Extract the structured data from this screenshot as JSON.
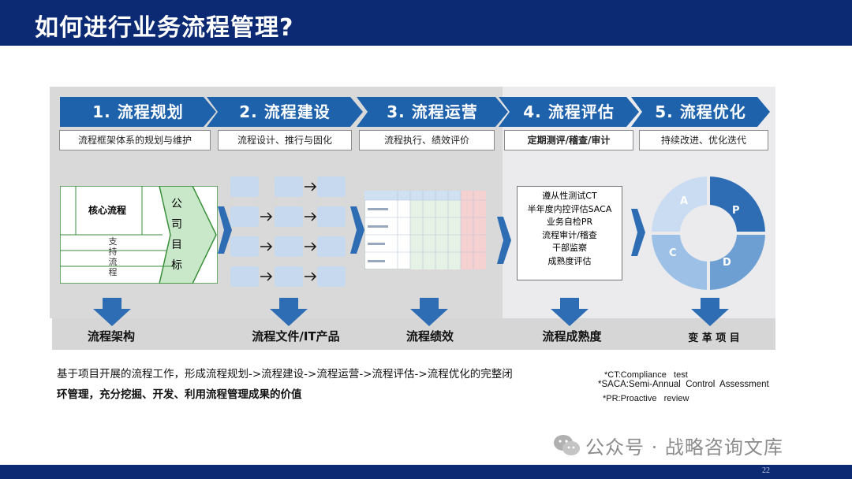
{
  "title": "如何进行业务流程管理?",
  "colors": {
    "navy": "#0c2a73",
    "stage_blue": "#1f62ac",
    "light_blue": "#c7d9ee",
    "accent_blue": "#2e6db4"
  },
  "stages": [
    {
      "label": "1. 流程规划",
      "sub": "流程框架体系的规划与维护",
      "output": "流程架构"
    },
    {
      "label": "2. 流程建设",
      "sub": "流程设计、推行与固化",
      "output": "流程文件/IT产品"
    },
    {
      "label": "3. 流程运营",
      "sub": "流程执行、绩效评价",
      "output": "流程绩效"
    },
    {
      "label": "4. 流程评估",
      "sub": "定期测评/稽查/审计",
      "output": "流程成熟度"
    },
    {
      "label": "5. 流程优化",
      "sub": "持续改进、优化迭代",
      "output": "变 革 项 目"
    }
  ],
  "planning": {
    "core": "核心流程",
    "support": [
      "支",
      "持",
      "流",
      "程"
    ],
    "goal": [
      "公",
      "司",
      "目",
      "标"
    ]
  },
  "evaluation_items": [
    "遵从性测试CT",
    "半年度内控评估SACA",
    "业务自检PR",
    "流程审计/稽查",
    "干部监察",
    "成熟度评估"
  ],
  "pdca": [
    "A",
    "P",
    "D",
    "C"
  ],
  "note": {
    "line1": "基于项目开展的流程工作，形成流程规划->流程建设->流程运营->流程评估->流程优化的完整闭",
    "line2": "环管理，充分挖掘、开发、利用流程管理成果的价值"
  },
  "abbreviations": [
    "*CT:Compliance   test",
    "*SACA:Semi-Annual  Control  Assessment",
    "*PR:Proactive   review"
  ],
  "watermark": "公众号 · 战略咨询文库",
  "page_number": "22"
}
